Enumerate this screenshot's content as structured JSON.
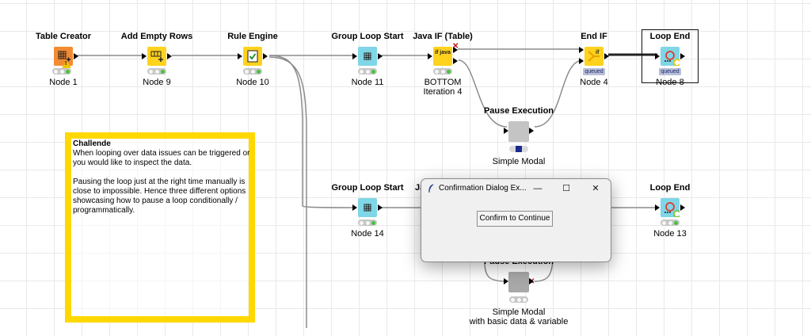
{
  "nodes": [
    {
      "title": "Table Creator",
      "label": "Node 1"
    },
    {
      "title": "Add Empty Rows",
      "label": "Node 9"
    },
    {
      "title": "Rule Engine",
      "label": "Node 10"
    },
    {
      "title": "Group Loop Start",
      "label": "Node 11"
    },
    {
      "title": "Java IF (Table)",
      "label": "BOTTOM",
      "label2": "Iteration 4",
      "icon_text": "if java"
    },
    {
      "title": "End IF",
      "label": "Node 4",
      "badge": "queued"
    },
    {
      "title": "Loop End",
      "label": "Node 8",
      "badge": "queued"
    },
    {
      "title": "Pause Execution",
      "label": "Simple Modal"
    },
    {
      "title": "Group Loop Start",
      "label": "Node 14"
    },
    {
      "title": "Ja",
      "label": ""
    },
    {
      "title": "Loop End",
      "label": "Node 13"
    },
    {
      "title": "Pause Execution",
      "label": "Simple Modal",
      "label2": "with basic data & variable"
    }
  ],
  "annotation": {
    "title": "Challende",
    "text": "When looping over data issues can be triggered or you would like to inspect the data.\n\nPausing the loop just at the right time manually is close to impossible. Hence three different options showcasing how to pause a loop conditionally / programmatically.",
    "border_color": "#ffd800"
  },
  "dialog": {
    "title": "Confirmation Dialog Ex...",
    "button_label": "Confirm to Continue",
    "minimize": "—",
    "maximize": "☐",
    "close": "✕"
  },
  "colors": {
    "source": "#f28b32",
    "manipulator": "#ffd21d",
    "loop": "#7fd6e6",
    "pause": "#c4c4c4",
    "status_ok": "#45c43a",
    "status_running": "#1a2b90",
    "inactive": "#c0151a"
  },
  "icons": [
    "table-icon",
    "add-rows-icon",
    "rule-icon",
    "loop-start-icon",
    "java-if-icon",
    "end-if-icon",
    "loop-end-icon",
    "pause-icon",
    "warning-icon",
    "feather-icon"
  ]
}
